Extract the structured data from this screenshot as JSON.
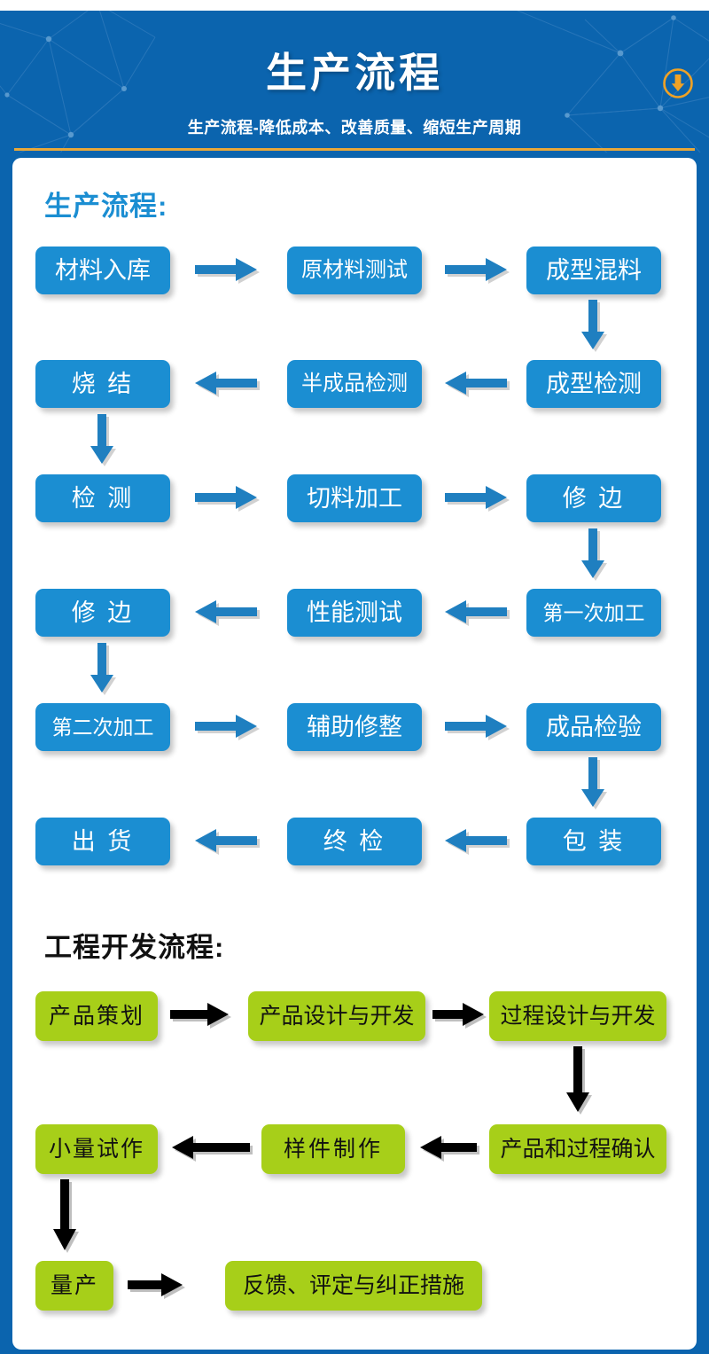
{
  "header": {
    "title": "生产流程",
    "subtitle": "生产流程-降低成本、改善质量、缩短生产周期",
    "download_icon": "download-circle-icon",
    "background_color": "#0b64ae",
    "accent_rule_color": "#e8a83a",
    "icon_color": "#f0a225"
  },
  "sections": [
    {
      "id": "production",
      "title": "生产流程:",
      "title_color": "#1b8ed2",
      "box_color": "#1b8ed2",
      "box_text_color": "#ffffff",
      "arrow_color": "#1f7fc0"
    },
    {
      "id": "engineering",
      "title": "工程开发流程:",
      "title_color": "#111111",
      "box_color": "#a7cf19",
      "box_text_color": "#111111",
      "arrow_color": "#000000"
    }
  ],
  "production_flow": {
    "nodes": [
      {
        "id": "p1",
        "label": "材料入库",
        "row": 1,
        "col": 1
      },
      {
        "id": "p2",
        "label": "原材料测试",
        "row": 1,
        "col": 2
      },
      {
        "id": "p3",
        "label": "成型混料",
        "row": 1,
        "col": 3
      },
      {
        "id": "p4",
        "label": "成型检测",
        "row": 2,
        "col": 3
      },
      {
        "id": "p5",
        "label": "半成品检测",
        "row": 2,
        "col": 2
      },
      {
        "id": "p6",
        "label": "烧  结",
        "row": 2,
        "col": 1
      },
      {
        "id": "p7",
        "label": "检  测",
        "row": 3,
        "col": 1
      },
      {
        "id": "p8",
        "label": "切料加工",
        "row": 3,
        "col": 2
      },
      {
        "id": "p9",
        "label": "修  边",
        "row": 3,
        "col": 3
      },
      {
        "id": "p10",
        "label": "第一次加工",
        "row": 4,
        "col": 3
      },
      {
        "id": "p11",
        "label": "性能测试",
        "row": 4,
        "col": 2
      },
      {
        "id": "p12",
        "label": "修  边",
        "row": 4,
        "col": 1
      },
      {
        "id": "p13",
        "label": "第二次加工",
        "row": 5,
        "col": 1
      },
      {
        "id": "p14",
        "label": "辅助修整",
        "row": 5,
        "col": 2
      },
      {
        "id": "p15",
        "label": "成品检验",
        "row": 5,
        "col": 3
      },
      {
        "id": "p16",
        "label": "包  装",
        "row": 6,
        "col": 3
      },
      {
        "id": "p17",
        "label": "终  检",
        "row": 6,
        "col": 2
      },
      {
        "id": "p18",
        "label": "出  货",
        "row": 6,
        "col": 1
      }
    ],
    "connections": [
      {
        "from": "p1",
        "to": "p2",
        "direction": "right"
      },
      {
        "from": "p2",
        "to": "p3",
        "direction": "right"
      },
      {
        "from": "p3",
        "to": "p4",
        "direction": "down"
      },
      {
        "from": "p4",
        "to": "p5",
        "direction": "left"
      },
      {
        "from": "p5",
        "to": "p6",
        "direction": "left"
      },
      {
        "from": "p6",
        "to": "p7",
        "direction": "down"
      },
      {
        "from": "p7",
        "to": "p8",
        "direction": "right"
      },
      {
        "from": "p8",
        "to": "p9",
        "direction": "right"
      },
      {
        "from": "p9",
        "to": "p10",
        "direction": "down"
      },
      {
        "from": "p10",
        "to": "p11",
        "direction": "left"
      },
      {
        "from": "p11",
        "to": "p12",
        "direction": "left"
      },
      {
        "from": "p12",
        "to": "p13",
        "direction": "down"
      },
      {
        "from": "p13",
        "to": "p14",
        "direction": "right"
      },
      {
        "from": "p14",
        "to": "p15",
        "direction": "right"
      },
      {
        "from": "p15",
        "to": "p16",
        "direction": "down"
      },
      {
        "from": "p16",
        "to": "p17",
        "direction": "left"
      },
      {
        "from": "p17",
        "to": "p18",
        "direction": "left"
      }
    ]
  },
  "engineering_flow": {
    "nodes": [
      {
        "id": "e1",
        "label": "产品策划",
        "row": 1,
        "col": 1
      },
      {
        "id": "e2",
        "label": "产品设计与开发",
        "row": 1,
        "col": 2
      },
      {
        "id": "e3",
        "label": "过程设计与开发",
        "row": 1,
        "col": 3
      },
      {
        "id": "e4",
        "label": "产品和过程确认",
        "row": 2,
        "col": 3
      },
      {
        "id": "e5",
        "label": "样件制作",
        "row": 2,
        "col": 2
      },
      {
        "id": "e6",
        "label": "小量试作",
        "row": 2,
        "col": 1
      },
      {
        "id": "e7",
        "label": "量产",
        "row": 3,
        "col": 1
      },
      {
        "id": "e8",
        "label": "反馈、评定与纠正措施",
        "row": 3,
        "col": 2
      }
    ],
    "connections": [
      {
        "from": "e1",
        "to": "e2",
        "direction": "right"
      },
      {
        "from": "e2",
        "to": "e3",
        "direction": "right"
      },
      {
        "from": "e3",
        "to": "e4",
        "direction": "down"
      },
      {
        "from": "e4",
        "to": "e5",
        "direction": "left"
      },
      {
        "from": "e5",
        "to": "e6",
        "direction": "left"
      },
      {
        "from": "e6",
        "to": "e7",
        "direction": "down"
      },
      {
        "from": "e7",
        "to": "e8",
        "direction": "right"
      }
    ]
  }
}
